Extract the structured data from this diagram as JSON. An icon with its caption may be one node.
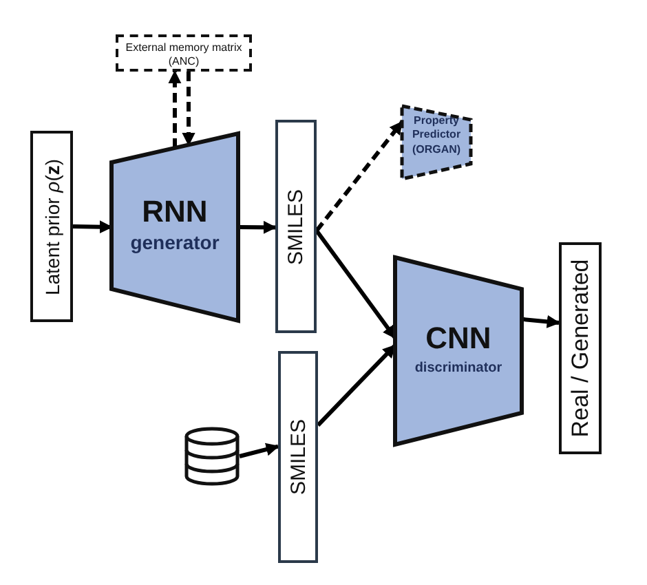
{
  "diagram": {
    "nodes": [
      {
        "text": [
          "External memory matrix (ANC)"
        ]
      },
      {
        "text": [
          "Latent prior  *ρ*(**z**)"
        ]
      },
      {
        "text": [
          "RNN",
          "generator"
        ]
      },
      {
        "text": [
          "SMILES"
        ]
      },
      {
        "text": [
          "Property Predictor (ORGAN)"
        ]
      },
      {
        "text": [
          "CNN",
          "discriminator"
        ]
      },
      {
        "text": [
          "Real / Generated"
        ]
      },
      {
        "text": [],
        "shape": "cylinder"
      },
      {
        "text": [
          "SMILES"
        ]
      }
    ],
    "edges": [
      {
        "from": 1,
        "to": 2,
        "arrow": "to"
      },
      {
        "from": 2,
        "to": 0,
        "arrow": "to",
        "style": "dashed"
      },
      {
        "from": 0,
        "to": 2,
        "arrow": "to",
        "style": "dashed"
      },
      {
        "from": 2,
        "to": 3,
        "arrow": "to"
      },
      {
        "from": 3,
        "to": 4,
        "arrow": "to",
        "style": "dashed"
      },
      {
        "from": 3,
        "to": 5,
        "arrow": "to"
      },
      {
        "from": 8,
        "to": 5,
        "arrow": "to"
      },
      {
        "from": 7,
        "to": 8,
        "arrow": "to"
      },
      {
        "from": 5,
        "to": 6,
        "arrow": "to"
      }
    ]
  }
}
